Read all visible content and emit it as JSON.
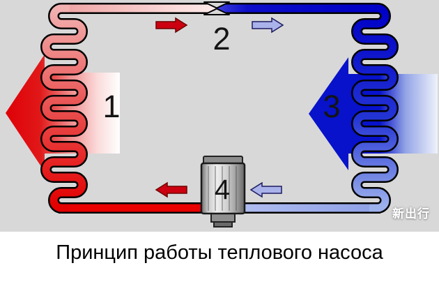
{
  "diagram": {
    "background": "#d8d8d8",
    "labels": {
      "step1": "1",
      "step2": "2",
      "step3": "3",
      "step4": "4"
    },
    "watermark": "新出行",
    "colors": {
      "hot": "#e20000",
      "hot_light": "#f2b0b0",
      "cold": "#0000c6",
      "cold_light": "#9db2ec",
      "flow_arrow_red": "#cc0010",
      "flow_arrow_blue": "#aab2ea",
      "compressor_gray": "#cfcfcf"
    }
  },
  "caption": {
    "text": "Принцип работы теплового насоса"
  }
}
